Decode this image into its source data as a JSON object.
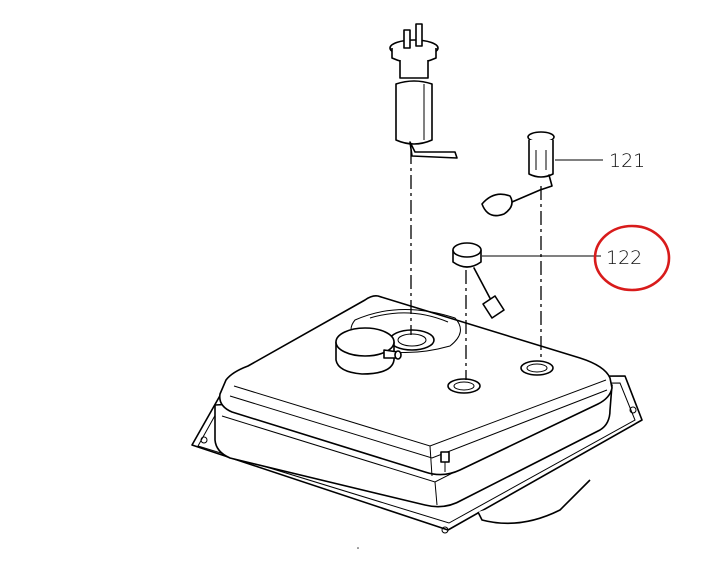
{
  "callouts": {
    "part_121": "121",
    "part_122": "122"
  },
  "highlight": {
    "target": "part_122",
    "color": "#d81b1b"
  }
}
